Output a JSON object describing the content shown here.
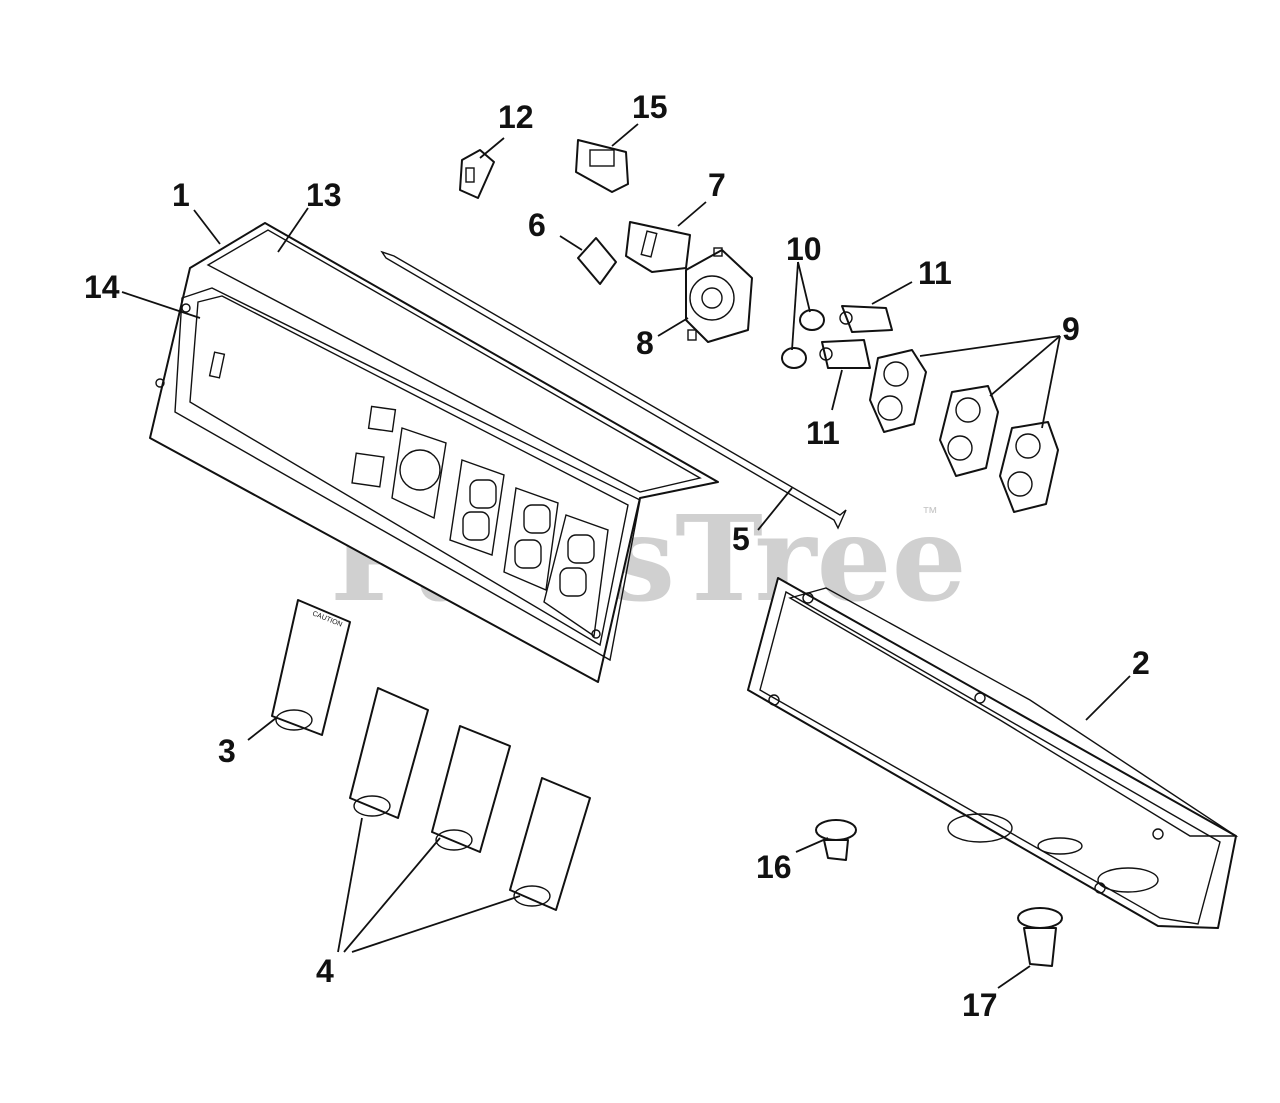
{
  "diagram": {
    "callouts": [
      "1",
      "2",
      "3",
      "4",
      "5",
      "6",
      "7",
      "8",
      "9",
      "10",
      "11",
      "11",
      "12",
      "13",
      "14",
      "15",
      "16",
      "17"
    ],
    "watermark": "PartsTree",
    "trademark": "™"
  }
}
